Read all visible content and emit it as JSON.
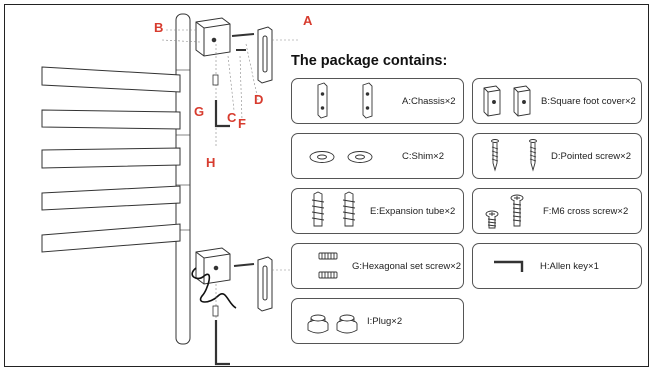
{
  "heading": "The package contains:",
  "callouts": {
    "a": "A",
    "b": "B",
    "c": "C",
    "d": "D",
    "f": "F",
    "g": "G",
    "h": "H"
  },
  "parts": [
    {
      "label": "A:Chassis×2"
    },
    {
      "label": "B:Square foot cover×2"
    },
    {
      "label": "C:Shim×2"
    },
    {
      "label": "D:Pointed screw×2"
    },
    {
      "label": "E:Expansion tube×2"
    },
    {
      "label": "F:M6 cross screw×2"
    },
    {
      "label": "G:Hexagonal set screw×2"
    },
    {
      "label": "H:Allen key×1"
    },
    {
      "label": "I:Plug×2"
    }
  ],
  "colors": {
    "callout": "#d73b2e",
    "line": "#333333",
    "bar": "#ffffff"
  }
}
